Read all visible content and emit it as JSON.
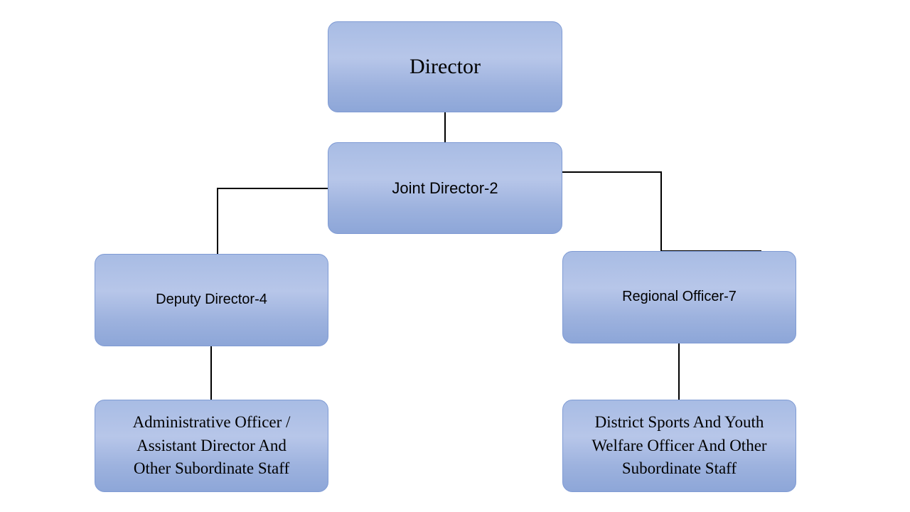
{
  "diagram": {
    "type": "organization-chart",
    "title": "",
    "background_color": "#ffffff",
    "node_fill_top": "#a8bce4",
    "node_fill_bottom": "#8da6d8",
    "node_border_color": "#7f9bd4",
    "connector_color": "#000000",
    "nodes": [
      {
        "id": "director",
        "label": "Director"
      },
      {
        "id": "joint_director",
        "label": "Joint Director-2"
      },
      {
        "id": "deputy_director",
        "label": "Deputy Director-4"
      },
      {
        "id": "regional_officer",
        "label": "Regional Officer-7"
      },
      {
        "id": "admin_officer",
        "label": "Administrative Officer /\nAssistant Director And\nOther Subordinate Staff"
      },
      {
        "id": "district_sports",
        "label": "District Sports And Youth\nWelfare Officer And Other\nSubordinate Staff"
      }
    ],
    "edges": [
      {
        "from": "director",
        "to": "joint_director"
      },
      {
        "from": "joint_director",
        "to": "deputy_director"
      },
      {
        "from": "joint_director",
        "to": "regional_officer"
      },
      {
        "from": "deputy_director",
        "to": "admin_officer"
      },
      {
        "from": "regional_officer",
        "to": "district_sports"
      }
    ]
  }
}
